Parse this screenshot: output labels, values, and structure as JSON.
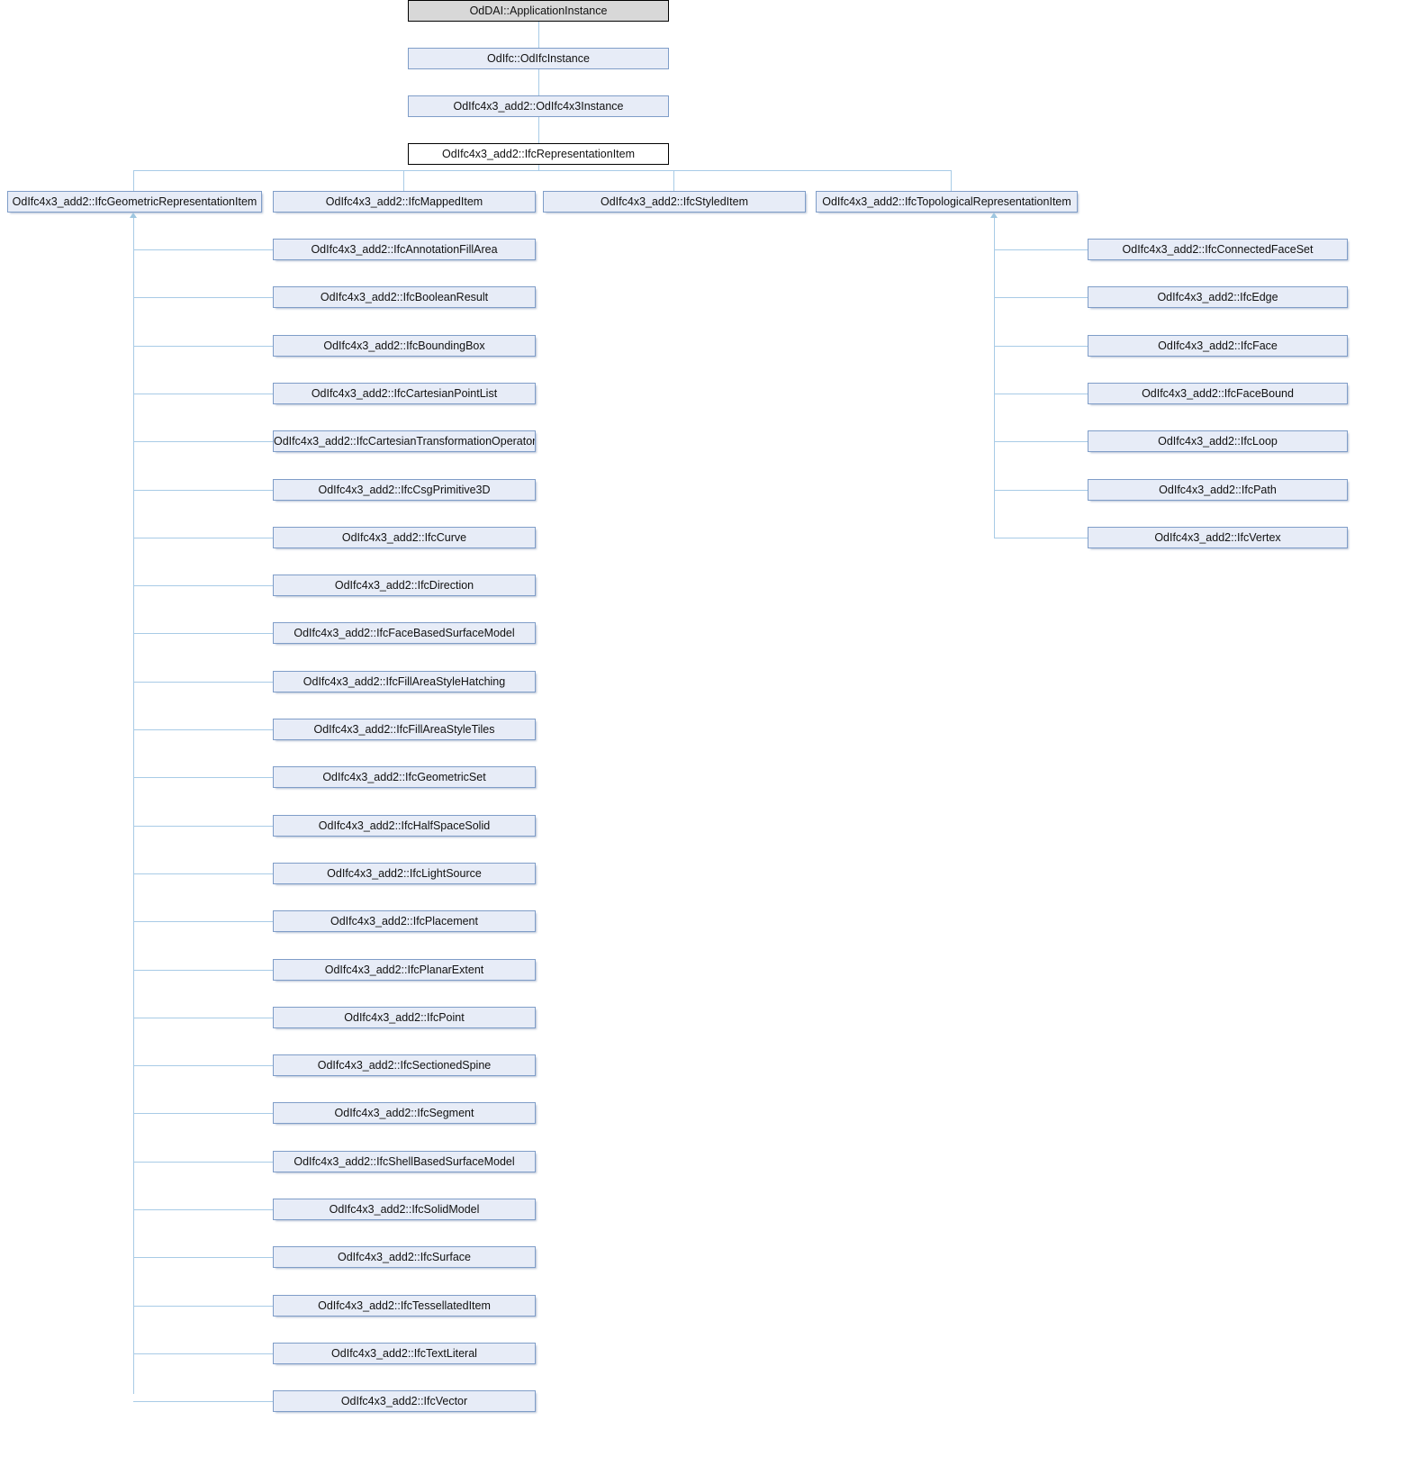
{
  "diagram": {
    "kind": "uml-inheritance-graph",
    "colors": {
      "node_fill": "#e7ecf7",
      "node_border": "#7f9dc8",
      "root_fill": "#d8d8d8",
      "root_border": "#000000",
      "focus_fill": "#ffffff",
      "focus_border": "#000000",
      "edge": "#a8cbe6",
      "background": "#ffffff"
    }
  },
  "spine": {
    "nodes": [
      {
        "label": "OdDAI::ApplicationInstance",
        "style": "root"
      },
      {
        "label": "OdIfc::OdIfcInstance",
        "style": "normal"
      },
      {
        "label": "OdIfc4x3_add2::OdIfc4x3Instance",
        "style": "normal"
      },
      {
        "label": "OdIfc4x3_add2::IfcRepresentationItem",
        "style": "focus"
      }
    ]
  },
  "level2": {
    "nodes": [
      {
        "label": "OdIfc4x3_add2::IfcGeometricRepresentationItem"
      },
      {
        "label": "OdIfc4x3_add2::IfcMappedItem"
      },
      {
        "label": "OdIfc4x3_add2::IfcStyledItem"
      },
      {
        "label": "OdIfc4x3_add2::IfcTopologicalRepresentationItem"
      }
    ]
  },
  "geometric_children": {
    "parent": "OdIfc4x3_add2::IfcGeometricRepresentationItem",
    "nodes": [
      {
        "label": "OdIfc4x3_add2::IfcAnnotationFillArea"
      },
      {
        "label": "OdIfc4x3_add2::IfcBooleanResult"
      },
      {
        "label": "OdIfc4x3_add2::IfcBoundingBox"
      },
      {
        "label": "OdIfc4x3_add2::IfcCartesianPointList"
      },
      {
        "label": "OdIfc4x3_add2::IfcCartesianTransformationOperator"
      },
      {
        "label": "OdIfc4x3_add2::IfcCsgPrimitive3D"
      },
      {
        "label": "OdIfc4x3_add2::IfcCurve"
      },
      {
        "label": "OdIfc4x3_add2::IfcDirection"
      },
      {
        "label": "OdIfc4x3_add2::IfcFaceBasedSurfaceModel"
      },
      {
        "label": "OdIfc4x3_add2::IfcFillAreaStyleHatching"
      },
      {
        "label": "OdIfc4x3_add2::IfcFillAreaStyleTiles"
      },
      {
        "label": "OdIfc4x3_add2::IfcGeometricSet"
      },
      {
        "label": "OdIfc4x3_add2::IfcHalfSpaceSolid"
      },
      {
        "label": "OdIfc4x3_add2::IfcLightSource"
      },
      {
        "label": "OdIfc4x3_add2::IfcPlacement"
      },
      {
        "label": "OdIfc4x3_add2::IfcPlanarExtent"
      },
      {
        "label": "OdIfc4x3_add2::IfcPoint"
      },
      {
        "label": "OdIfc4x3_add2::IfcSectionedSpine"
      },
      {
        "label": "OdIfc4x3_add2::IfcSegment"
      },
      {
        "label": "OdIfc4x3_add2::IfcShellBasedSurfaceModel"
      },
      {
        "label": "OdIfc4x3_add2::IfcSolidModel"
      },
      {
        "label": "OdIfc4x3_add2::IfcSurface"
      },
      {
        "label": "OdIfc4x3_add2::IfcTessellatedItem"
      },
      {
        "label": "OdIfc4x3_add2::IfcTextLiteral"
      },
      {
        "label": "OdIfc4x3_add2::IfcVector"
      }
    ]
  },
  "topological_children": {
    "parent": "OdIfc4x3_add2::IfcTopologicalRepresentationItem",
    "nodes": [
      {
        "label": "OdIfc4x3_add2::IfcConnectedFaceSet"
      },
      {
        "label": "OdIfc4x3_add2::IfcEdge"
      },
      {
        "label": "OdIfc4x3_add2::IfcFace"
      },
      {
        "label": "OdIfc4x3_add2::IfcFaceBound"
      },
      {
        "label": "OdIfc4x3_add2::IfcLoop"
      },
      {
        "label": "OdIfc4x3_add2::IfcPath"
      },
      {
        "label": "OdIfc4x3_add2::IfcVertex"
      }
    ]
  }
}
